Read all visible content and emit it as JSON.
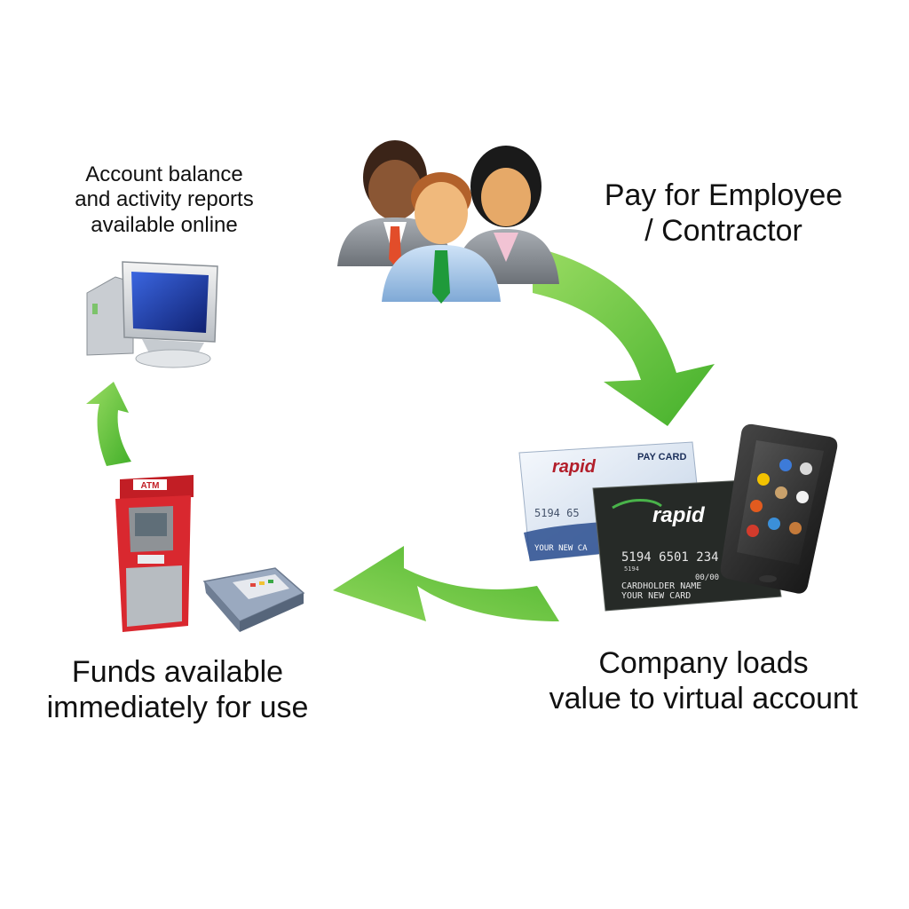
{
  "labels": {
    "account": [
      "Account balance",
      "and activity reports",
      "available online"
    ],
    "pay": [
      "Pay for Employee",
      "/ Contractor"
    ],
    "company": [
      "Company loads",
      "value to virtual account"
    ],
    "funds": [
      "Funds available",
      "immediately for use"
    ]
  },
  "cards": {
    "front": {
      "brand": "rapid",
      "type": "PAY CARD",
      "number_partial": "5194 65",
      "name": "YOUR NEW CA"
    },
    "back": {
      "brand": "rapid",
      "number": "5194 6501 234",
      "number_small": "5194",
      "expiry": "00/00",
      "cardholder": "CARDHOLDER NAME",
      "name": "YOUR NEW CARD"
    }
  },
  "atm": {
    "sign": "ATM"
  },
  "colors": {
    "arrow": "#5cc13a",
    "arrow_light": "#8ed65a",
    "atm_red": "#d9282f",
    "card_dark": "#262a27",
    "card_light": "#e9eef6",
    "monitor_screen": "#1d3ea8"
  },
  "icons": [
    "employees-group-icon",
    "computer-monitor-icon",
    "atm-icon",
    "card-terminal-icon",
    "smartphone-icon",
    "pay-card-icon"
  ]
}
